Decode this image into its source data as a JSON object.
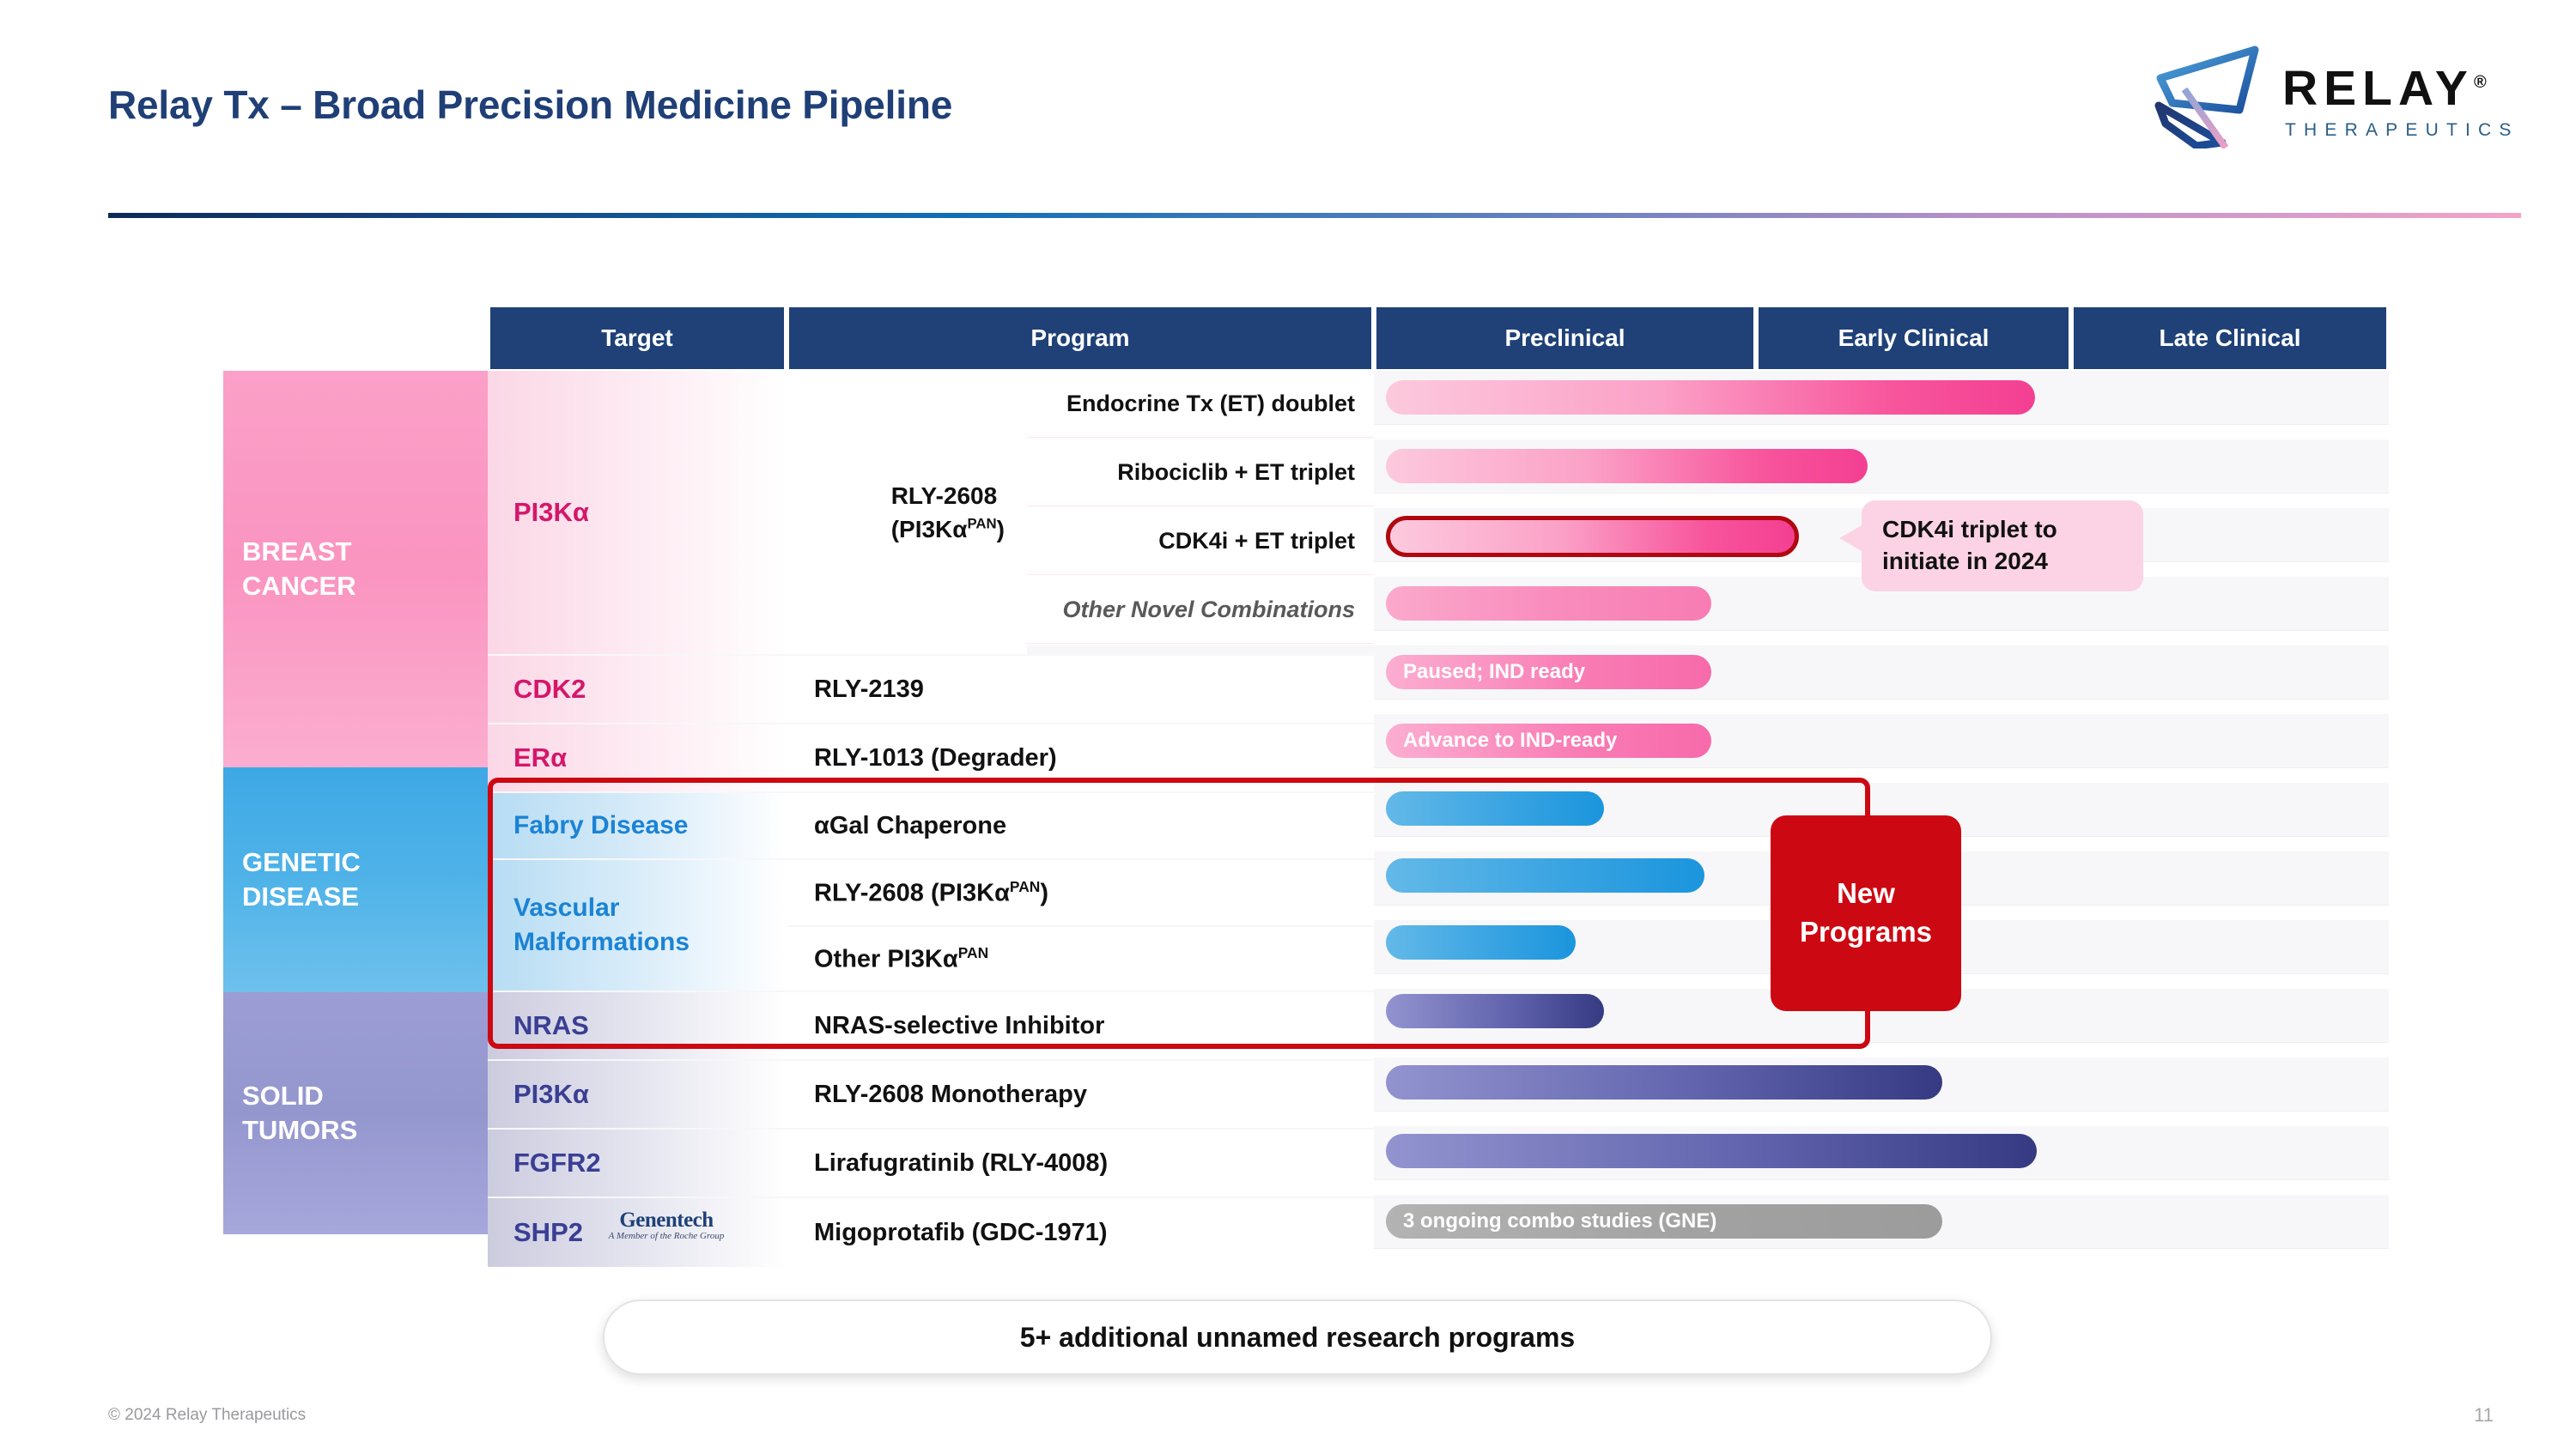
{
  "header": {
    "title": "Relay Tx – Broad Precision Medicine Pipeline",
    "logo_name": "RELAY",
    "logo_reg": "®",
    "logo_sub": "THERAPEUTICS"
  },
  "table": {
    "columns": [
      "Target",
      "Program",
      "Preclinical",
      "Early Clinical",
      "Late Clinical"
    ]
  },
  "bands": [
    {
      "label": "BREAST\nCANCER",
      "color": "#fba0c8"
    },
    {
      "label": "GENETIC\nDISEASE",
      "color": "#3ea8e5"
    },
    {
      "label": "SOLID\nTUMORS",
      "color": "#9b9dd4"
    }
  ],
  "targets": {
    "pi3ka_breast": "PI3Kα",
    "cdk2": "CDK2",
    "era": "ERα",
    "fabry": "Fabry Disease",
    "vascular": "Vascular\nMalformations",
    "nras": "NRAS",
    "pi3ka_solid": "PI3Kα",
    "fgfr2": "FGFR2",
    "shp2": "SHP2"
  },
  "programs": {
    "rly2608_group": "RLY-2608",
    "rly2608_group_sub": "(PI3Kα",
    "rly2608_group_sup": "PAN",
    "rly2608_group_close": ")",
    "et_doublet": "Endocrine Tx (ET) doublet",
    "ribociclib": "Ribociclib + ET triplet",
    "cdk4i": "CDK4i + ET triplet",
    "other_novel": "Other Novel Combinations",
    "rly2139": "RLY-2139",
    "rly1013": "RLY-1013 (Degrader)",
    "agal": "αGal Chaperone",
    "rly2608_vm": "RLY-2608 (PI3Kα",
    "rly2608_vm_sup": "PAN",
    "rly2608_vm_close": ")",
    "other_pi3ka": "Other PI3Kα",
    "other_pi3ka_sup": "PAN",
    "nras_inhibitor": "NRAS-selective Inhibitor",
    "rly2608_mono": "RLY-2608 Monotherapy",
    "lirafugratinib": "Lirafugratinib (RLY-4008)",
    "migoprotafib": "Migoprotafib (GDC-1971)"
  },
  "bar_labels": {
    "cdk2_status": "Paused; IND ready",
    "era_status": "Advance to IND-ready",
    "shp2_status": "3 ongoing combo studies (GNE)"
  },
  "annotations": {
    "callout": "CDK4i triplet to\ninitiate in 2024",
    "new_programs": "New\nPrograms"
  },
  "partner": {
    "name": "Genentech",
    "tagline": "A Member of the Roche Group"
  },
  "footer": {
    "note": "5+ additional unnamed research programs",
    "copyright": "© 2024 Relay Therapeutics",
    "page": "11"
  },
  "chart_data": {
    "type": "bar",
    "title": "Relay Tx – Broad Precision Medicine Pipeline",
    "stages": [
      "Preclinical",
      "Early Clinical",
      "Late Clinical"
    ],
    "stage_x": [
      1600,
      2045,
      2412,
      2782
    ],
    "bar_start": 1614,
    "rows": [
      {
        "band": "BREAST CANCER",
        "target": "PI3Kα",
        "program_group": "RLY-2608 (PI3KαPAN)",
        "program": "Endocrine Tx (ET) doublet",
        "bar_end": 2370,
        "color": "pink",
        "label": ""
      },
      {
        "band": "BREAST CANCER",
        "target": "PI3Kα",
        "program_group": "RLY-2608 (PI3KαPAN)",
        "program": "Ribociclib + ET triplet",
        "bar_end": 2175,
        "color": "pink",
        "label": ""
      },
      {
        "band": "BREAST CANCER",
        "target": "PI3Kα",
        "program_group": "RLY-2608 (PI3KαPAN)",
        "program": "CDK4i + ET triplet",
        "bar_end": 2095,
        "color": "pink-outlined",
        "label": ""
      },
      {
        "band": "BREAST CANCER",
        "target": "PI3Kα",
        "program_group": "RLY-2608 (PI3KαPAN)",
        "program": "Other Novel Combinations",
        "bar_end": 1993,
        "color": "pink-flat",
        "label": ""
      },
      {
        "band": "BREAST CANCER",
        "target": "CDK2",
        "program": "RLY-2139",
        "bar_end": 1993,
        "color": "pink-flat",
        "label": "Paused; IND ready"
      },
      {
        "band": "BREAST CANCER",
        "target": "ERα",
        "program": "RLY-1013 (Degrader)",
        "bar_end": 1993,
        "color": "pink-flat",
        "label": "Advance to IND-ready"
      },
      {
        "band": "GENETIC DISEASE",
        "target": "Fabry Disease",
        "program": "αGal Chaperone",
        "bar_end": 1868,
        "color": "blue",
        "label": ""
      },
      {
        "band": "GENETIC DISEASE",
        "target": "Vascular Malformations",
        "program": "RLY-2608 (PI3KαPAN)",
        "bar_end": 1985,
        "color": "blue",
        "label": ""
      },
      {
        "band": "GENETIC DISEASE",
        "target": "Vascular Malformations",
        "program": "Other PI3KαPAN",
        "bar_end": 1835,
        "color": "blue",
        "label": ""
      },
      {
        "band": "SOLID TUMORS",
        "target": "NRAS",
        "program": "NRAS-selective Inhibitor",
        "bar_end": 1868,
        "color": "navy",
        "label": ""
      },
      {
        "band": "SOLID TUMORS",
        "target": "PI3Kα",
        "program": "RLY-2608 Monotherapy",
        "bar_end": 2262,
        "color": "navy",
        "label": ""
      },
      {
        "band": "SOLID TUMORS",
        "target": "FGFR2",
        "program": "Lirafugratinib (RLY-4008)",
        "bar_end": 2372,
        "color": "navy",
        "label": ""
      },
      {
        "band": "SOLID TUMORS",
        "target": "SHP2",
        "program": "Migoprotafib (GDC-1971)",
        "bar_end": 2262,
        "color": "gray",
        "label": "3 ongoing combo studies (GNE)"
      }
    ]
  }
}
